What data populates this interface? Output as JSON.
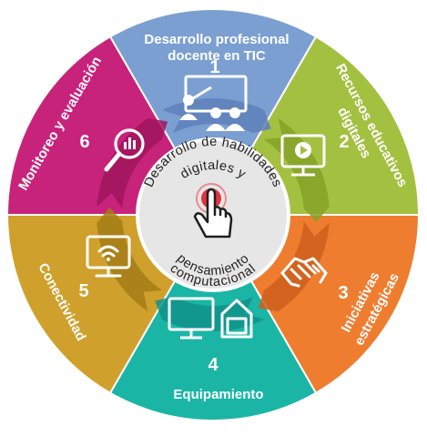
{
  "diagram": {
    "center": {
      "title_top": "Desarrollo de habilidades",
      "title_mid": "digitales y",
      "title_bottom_1": "pensamiento",
      "title_bottom_2": "computacional",
      "icon": "hand-pointer-icon"
    },
    "segments": [
      {
        "number": "1",
        "title_lines": [
          "Desarrollo profesional",
          "docente en TIC"
        ],
        "icon": "teacher-presentation-icon",
        "color": "#7b9fd0",
        "dark": "#5d80b8"
      },
      {
        "number": "2",
        "title_lines": [
          "Recursos educativos",
          "digitales"
        ],
        "icon": "monitor-play-icon",
        "color": "#a3c040",
        "dark": "#86a128"
      },
      {
        "number": "3",
        "title_lines": [
          "Iniciativas",
          "estratégicas"
        ],
        "icon": "handshake-icon",
        "color": "#ee7d30",
        "dark": "#cc5f1c"
      },
      {
        "number": "4",
        "title_lines": [
          "Equipamiento"
        ],
        "icon": "devices-icon",
        "color": "#1bb5a5",
        "dark": "#10928a"
      },
      {
        "number": "5",
        "title_lines": [
          "Conectividad"
        ],
        "icon": "wifi-monitor-icon",
        "color": "#cfa02b",
        "dark": "#a47c17"
      },
      {
        "number": "6",
        "title_lines": [
          "Monitoreo y evaluación"
        ],
        "icon": "magnifier-chart-icon",
        "color": "#c8237a",
        "dark": "#a0155e"
      }
    ]
  }
}
